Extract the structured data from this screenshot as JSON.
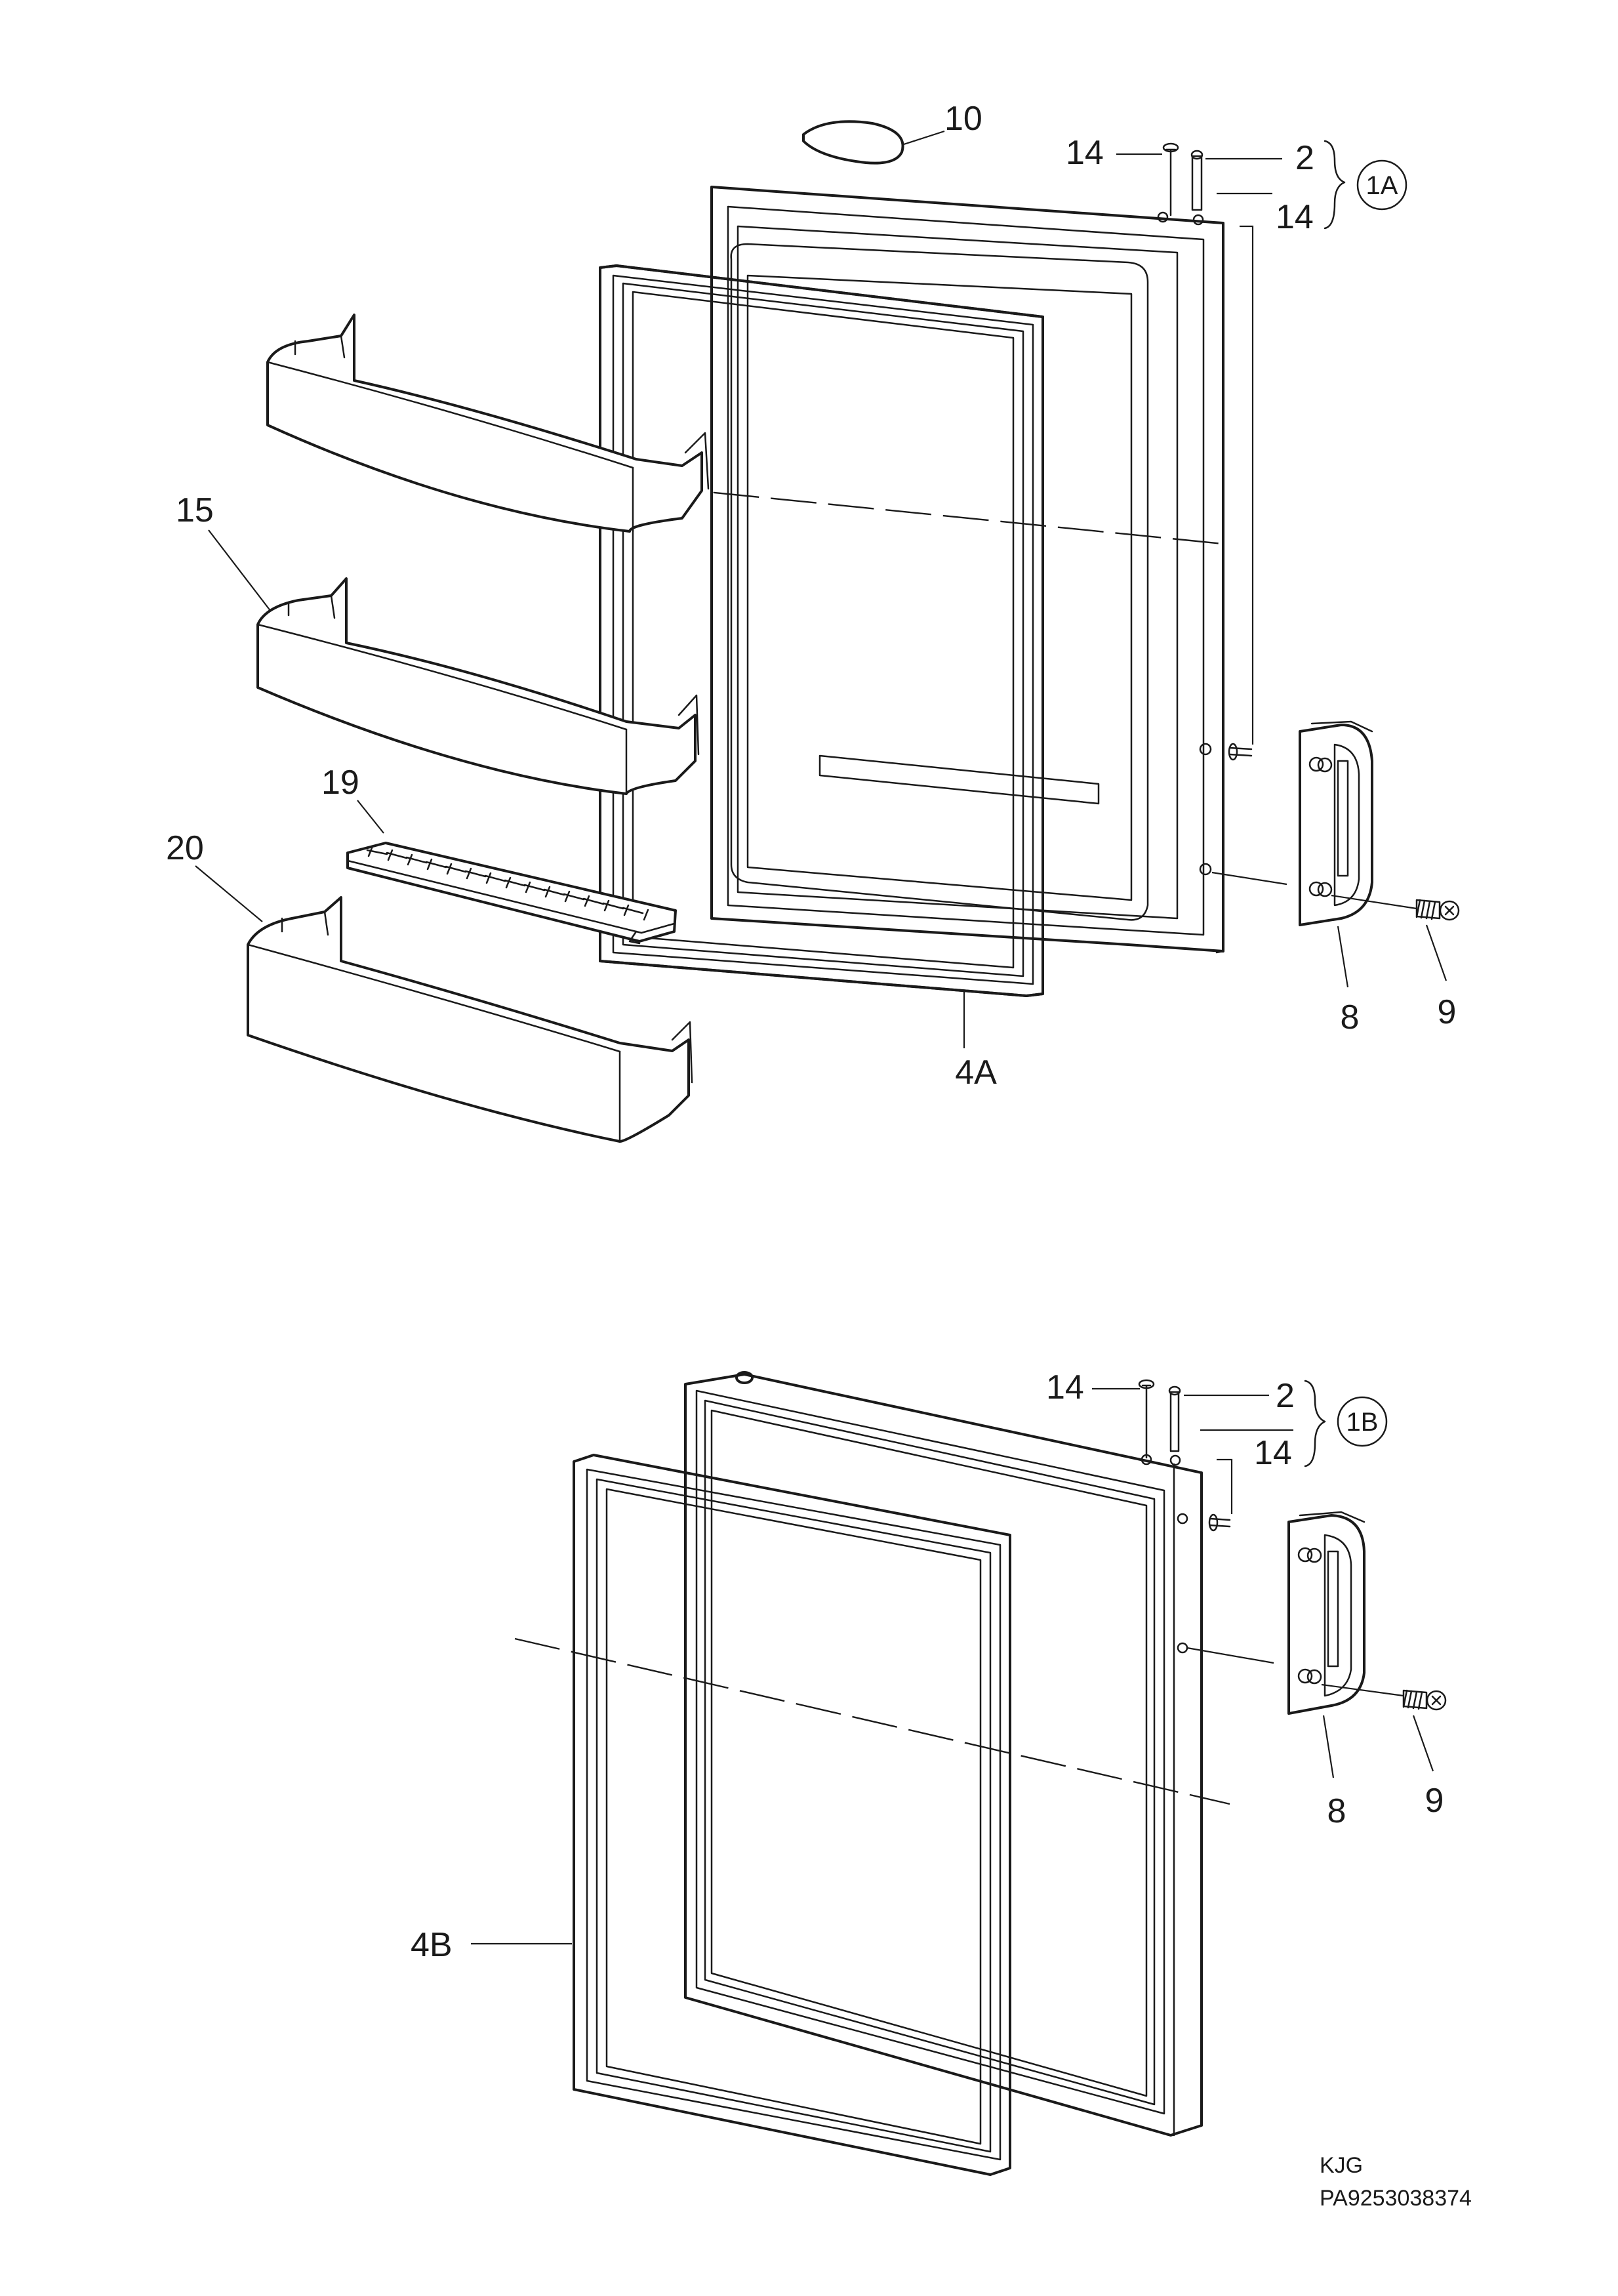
{
  "upper_assembly": {
    "callouts": {
      "gasket_ring": "10",
      "pin_left": "14",
      "screw_top": "2",
      "pin_right": "14",
      "group": "1A",
      "shelf_mid": "15",
      "grille": "19",
      "shelf_bottom": "20",
      "handle": "8",
      "handle_screw": "9",
      "door_gasket": "4A"
    }
  },
  "lower_assembly": {
    "callouts": {
      "pin_left": "14",
      "screw_top": "2",
      "pin_right": "14",
      "group": "1B",
      "handle": "8",
      "handle_screw": "9",
      "door_gasket": "4B"
    }
  },
  "footer": {
    "code": "KJG",
    "part_number": "PA9253038374"
  }
}
